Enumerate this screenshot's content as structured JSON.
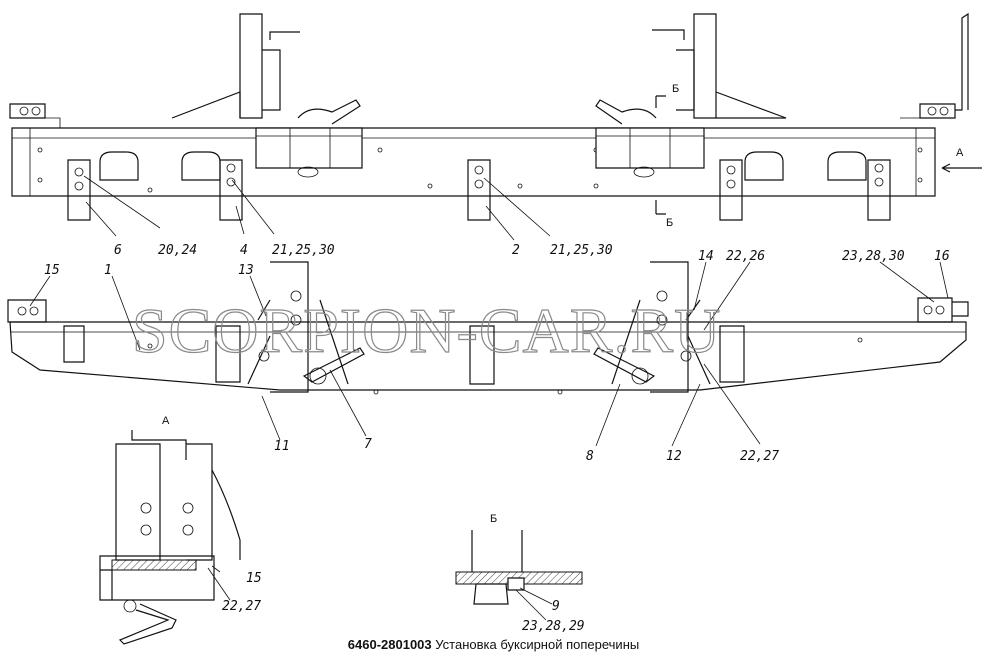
{
  "drawing": {
    "caption_number": "6460-2801003",
    "caption_title": "Установка буксирной поперечины",
    "watermark": "SCORPION-CAR.RU",
    "views": {
      "view_a_arrow": "А",
      "view_b_top": "Б",
      "view_b_bottom": "Б",
      "view_a_title": "А",
      "view_b_title": "Б"
    },
    "callouts": {
      "top": [
        "6",
        "20,24",
        "4",
        "21,25,30",
        "2",
        "21,25,30"
      ],
      "middle": [
        "15",
        "1",
        "13",
        "14",
        "22,26",
        "23,28,30",
        "16",
        "11",
        "7",
        "8",
        "12",
        "22,27"
      ],
      "detail_a": [
        "15",
        "22,27"
      ],
      "detail_b": [
        "9",
        "23,28,29"
      ]
    }
  }
}
